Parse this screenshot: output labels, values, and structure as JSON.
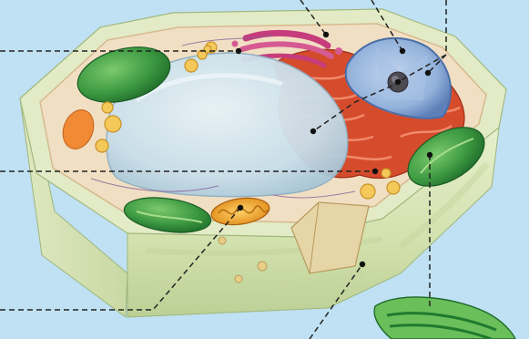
{
  "diagram": {
    "subject": "plant-cell-cutaway",
    "colors": {
      "background": "#bfe1f3",
      "wall_light": "#e9f0cf",
      "wall_mid": "#d4e2b0",
      "wall_dark": "#b9cd93",
      "cytoplasm": "#f3e2c6",
      "vacuole": "#cfe3ee",
      "chloroplast": "#2f8d3a",
      "chloroplast_light": "#64b85a",
      "er": "#d6442a",
      "golgi": "#c23b78",
      "nucleus": "#8fb0d8",
      "nucleus_dark": "#5d7fb6",
      "mitochondrion": "#f2a52a",
      "amyloplast": "#f08a35",
      "vesicle": "#f6c95a",
      "leader": "#222222"
    },
    "pointers": [
      {
        "target": "smooth-er"
      },
      {
        "target": "golgi-apparatus"
      },
      {
        "target": "nucleolus"
      },
      {
        "target": "nuclear-envelope"
      },
      {
        "target": "central-vacuole"
      },
      {
        "target": "chloroplast"
      },
      {
        "target": "mitochondrion"
      },
      {
        "target": "plasmodesma"
      },
      {
        "target": "cell-wall"
      },
      {
        "target": "rough-er"
      }
    ]
  }
}
